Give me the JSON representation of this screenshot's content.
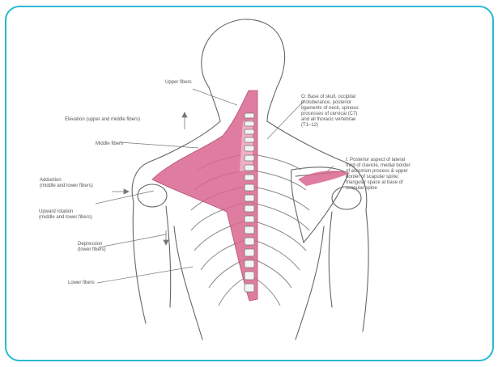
{
  "colors": {
    "frame": "#2bb8cf",
    "muscle": "#d9668f",
    "muscle_light": "#f2b5c9",
    "ink": "#555555"
  },
  "labels": {
    "upper_fibers": "Upper fibers",
    "elevation": "Elevation (upper and middle fibers)",
    "middle_fibers": "Middle fibers",
    "adduction": "Adduction\n(middle and lower fibers)",
    "upward_rotation": "Upward rotation\n(middle and lower fibers)",
    "depression": "Depression\n(lower fibers)",
    "lower_fibers": "Lower fibers",
    "origin": "O: Base of skull, occipital\nprotuberance, posterior\nligaments of neck, spinous\nprocesses of cervical (C7)\nand all thoracic vertebrae\n(T1–12)",
    "insertion": "I: Posterior aspect of lateral\nthird of clavicle, medial border\nof acromion process & upper\nborder of scapular spine;\ntriangular space at base of\nscapular spine"
  }
}
